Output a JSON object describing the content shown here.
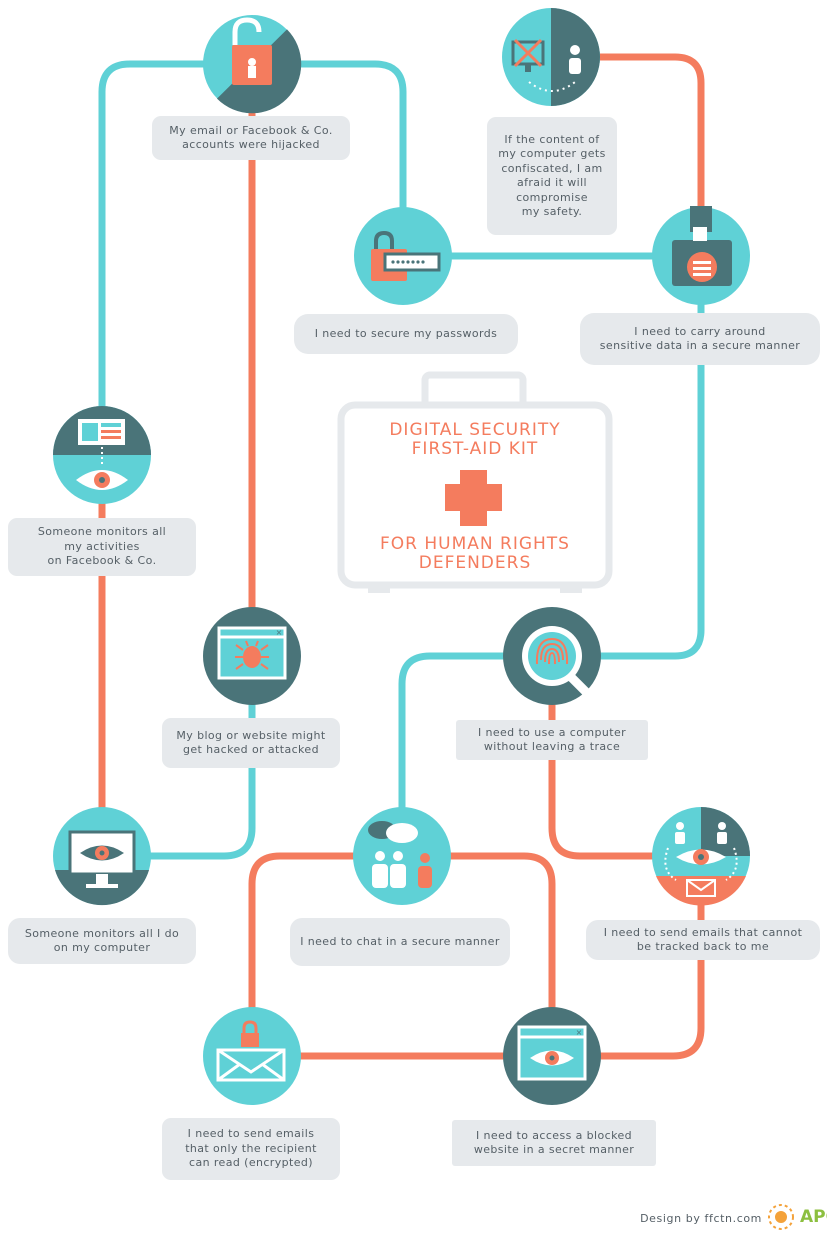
{
  "title": {
    "line1": "DIGITAL SECURITY\nFIRST-AID KIT",
    "line2": "FOR HUMAN RIGHTS\nDEFENDERS"
  },
  "colors": {
    "teal": "#5fd1d6",
    "dark_teal": "#4a7479",
    "coral": "#f47c5e",
    "label_bg": "#e6e9ec",
    "text": "#555f66"
  },
  "nodes": [
    {
      "id": "hijacked",
      "icon": "open-padlock-icon",
      "label": "My email or Facebook & Co.\naccounts were hijacked"
    },
    {
      "id": "confiscated",
      "icon": "confiscated-computer-icon",
      "label": "If the content of\nmy computer gets\nconfiscated, I am\nafraid it will\ncompromise\nmy safety."
    },
    {
      "id": "passwords",
      "icon": "password-lock-icon",
      "label": "I need to secure my passwords"
    },
    {
      "id": "carry-data",
      "icon": "camera-data-icon",
      "label": "I need to carry around\nsensitive data in a secure manner"
    },
    {
      "id": "monitor-facebook",
      "icon": "profile-eye-icon",
      "label": "Someone monitors all\nmy activities\non Facebook & Co."
    },
    {
      "id": "blog-hacked",
      "icon": "bug-browser-icon",
      "label": "My blog or website might\nget hacked or attacked"
    },
    {
      "id": "no-trace",
      "icon": "fingerprint-magnifier-icon",
      "label": "I need to use a computer\nwithout leaving a trace"
    },
    {
      "id": "monitor-computer",
      "icon": "monitor-eye-icon",
      "label": "Someone monitors all I do\non my computer"
    },
    {
      "id": "chat",
      "icon": "chat-people-icon",
      "label": "I need to chat in a secure manner"
    },
    {
      "id": "untraceable-email",
      "icon": "email-eye-icon",
      "label": "I need to send emails that cannot\nbe tracked back to me"
    },
    {
      "id": "encrypted-email",
      "icon": "locked-envelope-icon",
      "label": "I need to send emails\nthat only the recipient\ncan read (encrypted)"
    },
    {
      "id": "blocked-site",
      "icon": "browser-eye-icon",
      "label": "I need to access a blocked\nwebsite in a secret manner"
    }
  ],
  "credit": "Design by ffctn.com",
  "logo_text": "APC"
}
